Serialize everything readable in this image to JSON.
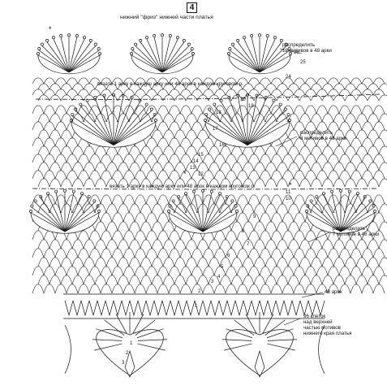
{
  "figure_number": "4",
  "title": "нижний \"фриз\" нижней части платья",
  "notes": {
    "distribute_12": [
      "распределить",
      "12 мотивов в 48 арки"
    ],
    "distribute_8": [
      "распределить",
      "8 мотивов в 48 арки"
    ],
    "distribute_7": [
      "распределить",
      "7 мотивов в 48 арки"
    ],
    "insert_1": "вязать 1 арку в каждую арку или 48 арок в каждом круговом р.",
    "insert_2": "вязать 1 арку в каждую арку или 48 арок в каждом круговом р.",
    "arches_48": "48 арок",
    "bottom_edge": [
      "96 клеток",
      "над верхней",
      "частью мотивов",
      "нижнего края платья"
    ]
  },
  "row_numbers": {
    "band1": [
      "26",
      "25",
      "24"
    ],
    "band2": [
      "20",
      "19",
      "18",
      "17",
      "16",
      "15",
      "14",
      "13",
      "12"
    ],
    "band3": [
      "11",
      "10",
      "9",
      "8",
      "7",
      "6",
      "5",
      "4",
      "3",
      "2",
      "1"
    ],
    "motif": [
      "1",
      "2",
      "3"
    ]
  },
  "symbols": {
    "star": "*"
  },
  "colors": {
    "ink": "#111111",
    "background": "#ffffff"
  }
}
